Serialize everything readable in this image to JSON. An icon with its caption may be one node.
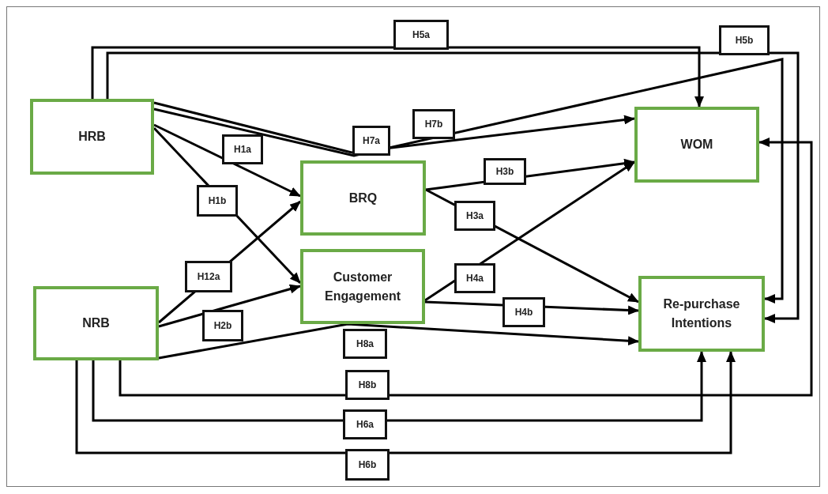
{
  "diagram": {
    "nodes": [
      {
        "text": [
          "HRB"
        ]
      },
      {
        "text": [
          "WOM"
        ]
      },
      {
        "text": [
          "BRQ"
        ]
      },
      {
        "text": [
          "Customer Engagement"
        ]
      },
      {
        "text": [
          "Re-purchase Intentions"
        ]
      },
      {
        "text": [
          "NRB"
        ]
      }
    ],
    "edges": [
      {
        "from": 0,
        "to": 1,
        "arrow": "to",
        "label": "H5a"
      },
      {
        "from": 0,
        "to": 4,
        "arrow": "to",
        "label": "H5b"
      },
      {
        "from": 0,
        "to": 1,
        "arrow": "to",
        "label": "H7a"
      },
      {
        "from": 0,
        "to": 4,
        "arrow": "to",
        "label": "H7b"
      },
      {
        "from": 0,
        "to": 2,
        "arrow": "to",
        "label": "H1a"
      },
      {
        "from": 0,
        "to": 3,
        "arrow": "to",
        "label": "H1b"
      },
      {
        "from": 5,
        "to": 2,
        "arrow": "to",
        "label": "H12a"
      },
      {
        "from": 5,
        "to": 3,
        "arrow": "to",
        "label": "H2b"
      },
      {
        "from": 5,
        "to": 4,
        "arrow": "to",
        "label": "H8a"
      },
      {
        "from": 5,
        "to": 1,
        "arrow": "to",
        "label": "H8b"
      },
      {
        "from": 5,
        "to": 4,
        "arrow": "to",
        "label": "H6a"
      },
      {
        "from": 5,
        "to": 4,
        "arrow": "to",
        "label": "H6b"
      },
      {
        "from": 2,
        "to": 1,
        "arrow": "to",
        "label": "H3b"
      },
      {
        "from": 2,
        "to": 4,
        "arrow": "to",
        "label": "H3a"
      },
      {
        "from": 3,
        "to": 1,
        "arrow": "to",
        "label": "H4a"
      },
      {
        "from": 3,
        "to": 4,
        "arrow": "to",
        "label": "H4b"
      }
    ]
  }
}
